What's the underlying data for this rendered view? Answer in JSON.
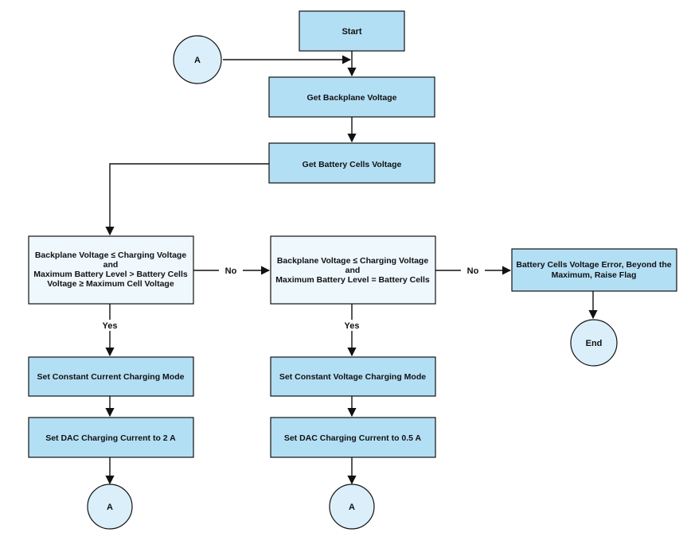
{
  "start": "Start",
  "connector_label": "A",
  "end": "End",
  "get_backplane": "Get Backplane Voltage",
  "get_cells": "Get Battery Cells Voltage",
  "decision1": {
    "line1": "Backplane Voltage ≤ Charging Voltage",
    "line2": "and",
    "line3": "Maximum Battery Level > Battery Cells",
    "line4": "Voltage ≥ Maximum Cell Voltage"
  },
  "decision2": {
    "line1": "Backplane Voltage ≤ Charging Voltage",
    "line2": "and",
    "line3": "Maximum Battery Level = Battery Cells"
  },
  "error_box": {
    "line1": "Battery Cells Voltage Error, Beyond the",
    "line2": "Maximum, Raise Flag"
  },
  "cc_mode": "Set Constant Current Charging Mode",
  "cv_mode": "Set Constant Voltage Charging Mode",
  "dac_2a": "Set DAC Charging Current to 2 A",
  "dac_05a": "Set DAC Charging Current to 0.5 A",
  "yes_label": "Yes",
  "no_label": "No"
}
